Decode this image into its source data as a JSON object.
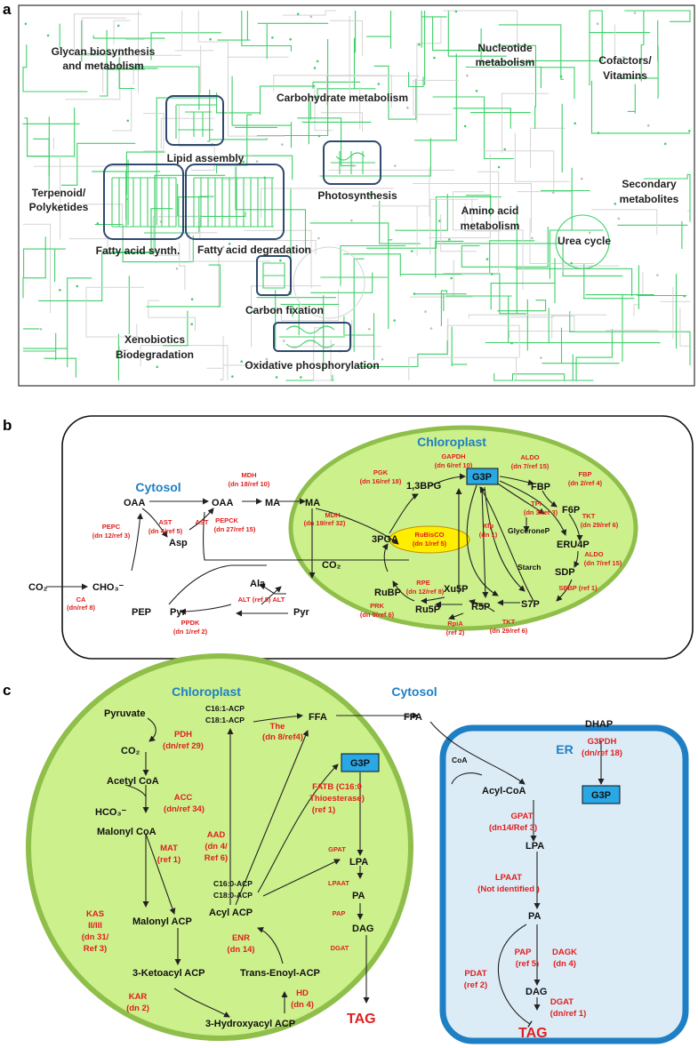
{
  "panel_a": {
    "letter": "a",
    "labels": {
      "glycan": [
        "Glycan biosynthesis",
        "and metabolism"
      ],
      "nucleotide": [
        "Nucleotide",
        "metabolism"
      ],
      "cofactors": [
        "Cofactors/",
        "Vitamins"
      ],
      "carbohydrate": "Carbohydrate metabolism",
      "lipid_assembly": "Lipid assembly",
      "photosynthesis": "Photosynthesis",
      "terpenoid": [
        "Terpenoid/",
        "Polyketides"
      ],
      "secondary": [
        "Secondary",
        "metabolites"
      ],
      "amino_acid": [
        "Amino acid",
        "metabolism"
      ],
      "urea": "Urea cycle",
      "fas": "Fatty acid synth.",
      "fad": "Fatty acid degradation",
      "carbon_fixation": "Carbon fixation",
      "xenobiotics": [
        "Xenobiotics",
        "Biodegradation"
      ],
      "oxphos": "Oxidative phosphorylation"
    }
  },
  "panel_b": {
    "letter": "b",
    "compartments": {
      "cytosol": "Cytosol",
      "chloroplast": "Chloroplast"
    },
    "metabolites": {
      "co2": "CO₂",
      "cho3": "CHO₃⁻",
      "oaa1": "OAA",
      "oaa2": "OAA",
      "asp": "Asp",
      "ma1": "MA",
      "ma2": "MA",
      "pep": "PEP",
      "pyr1": "Pyr",
      "ala": "Ala",
      "pyr2": "Pyr",
      "bpg": "1,3BPG",
      "g3p": "G3P",
      "fbp": "FBP",
      "f6p": "F6P",
      "pga": "3PGA",
      "co2b": "CO₂",
      "rubp": "RuBP",
      "xu5p": "Xu5P",
      "glyceroneP": "GlyceroneP",
      "eru4p": "ERU4P",
      "starch": "Starch",
      "sdp": "SDP",
      "ru5p": "Ru5P",
      "r5p": "R5P",
      "s7p": "S7P"
    },
    "enzymes": {
      "ca": [
        "CA",
        "(dn/ref  8)"
      ],
      "pepc": [
        "PEPC",
        "(dn 12/ref 3)"
      ],
      "ast1": [
        "AST",
        "(dn 4/ref 5)"
      ],
      "ast2": "AST",
      "mdh1": [
        "MDH",
        "(dn 18/ref 10)"
      ],
      "pepck": [
        "PEPCK",
        "(dn 27/ref 15)"
      ],
      "mdh2": [
        "MDH",
        "(dn 19/ref 32)"
      ],
      "ppdk": [
        "PPDK",
        "(dn 1/ref 2)"
      ],
      "alt": "ALT (ref 5) ALT",
      "gapdh": [
        "GAPDH",
        "(dn 6/ref 10)"
      ],
      "pgk": [
        "PGK",
        "(dn 16/ref 18)"
      ],
      "aldo1": [
        "ALDO",
        "(dn 7/ref 15)"
      ],
      "fbpase": [
        "FBP",
        "(dn 2/ref 4)"
      ],
      "tpi": [
        "TPI",
        "(dn 3/ref 3)"
      ],
      "tkt1": [
        "TKT",
        "(dn 29/ref 6)"
      ],
      "xfp": [
        "Xfp",
        "(dn 1)"
      ],
      "rubisco": [
        "RuBisCO",
        "(dn 1/ref 5)"
      ],
      "aldo2": [
        "ALDO",
        "(dn 7/ref 15)"
      ],
      "rpe": [
        "RPE",
        "(dn 12/ref 8)"
      ],
      "prk": [
        "PRK",
        "(dn 9/ref 6)"
      ],
      "sebp": "SEBP (ref 1)",
      "rpia": [
        "RpiA",
        "(ref 2)"
      ],
      "tkt2": [
        "TKT",
        "(dn 29/ref 6)"
      ]
    }
  },
  "panel_c": {
    "letter": "c",
    "compartments": {
      "chloroplast": "Chloroplast",
      "cytosol": "Cytosol",
      "er": "ER"
    },
    "metabolites": {
      "pyruvate": "Pyruvate",
      "co2": "CO₂",
      "acetyl_coa": "Acetyl CoA",
      "hco3": "HCO₃⁻",
      "malonyl_coa": "Malonyl CoA",
      "malonyl_acp": "Malonyl ACP",
      "ketoacyl": "3-Ketoacyl ACP",
      "hydroxyacyl": "3-Hydroxyacyl ACP",
      "c161": "C16:1-ACP",
      "c181": "C18:1-ACP",
      "ffa1": "FFA",
      "ffa2": "FFA",
      "g3p1": "G3P",
      "c160": "C16:0-ACP",
      "c180": "C18:0-ACP",
      "acyl_acp": "Acyl ACP",
      "lpa1": "LPA",
      "pa1": "PA",
      "dag1": "DAG",
      "trans_enoyl": "Trans-Enoyl-ACP",
      "tag1": "TAG",
      "dhap": "DHAP",
      "coa": "CoA",
      "acyl_coa": "Acyl-CoA",
      "g3p2": "G3P",
      "lpa2": "LPA",
      "pa2": "PA",
      "dag2": "DAG",
      "tag2": "TAG"
    },
    "enzymes": {
      "pdh": [
        "PDH",
        "(dn/ref 29)"
      ],
      "acc": [
        "ACC",
        "(dn/ref 34)"
      ],
      "mat": [
        "MAT",
        "(ref 1)"
      ],
      "kas": [
        "KAS",
        "II/III",
        "(dn 31/",
        "Ref 3)"
      ],
      "kar": [
        "KAR",
        "(dn 2)"
      ],
      "aad": [
        "AAD",
        "(dn 4/",
        "Ref 6)"
      ],
      "the": [
        "The",
        "(dn 8/ref4)"
      ],
      "fatb": [
        "FATB (C16:0",
        "Thioesterase)",
        "(ref 1)"
      ],
      "gpat1": "GPAT",
      "lpaat1": "LPAAT",
      "pap1": "PAP",
      "dgat1": "DGAT",
      "enr": [
        "ENR",
        "(dn 14)"
      ],
      "hd": [
        "HD",
        "(dn 4)"
      ],
      "g3pdh": [
        "G3PDH",
        "(dn/ref 18)"
      ],
      "gpat2": [
        "GPAT",
        "(dn14/Ref 3)"
      ],
      "lpaat2": [
        "LPAAT",
        "(Not identified )"
      ],
      "pap2": [
        "PAP",
        "(ref 5)"
      ],
      "dagk": [
        "DAGK",
        "(dn 4)"
      ],
      "pdat": [
        "PDAT",
        "(ref 2)"
      ],
      "dgat2": [
        "DGAT",
        "(dn/ref 1)"
      ]
    }
  },
  "colors": {
    "chloroplast_fill": "#ccf08c",
    "chloroplast_stroke": "#8fbf4a",
    "er_fill": "#dcecf6",
    "er_stroke": "#1f7fc4",
    "g3p_fill": "#2aa8e6",
    "rubisco_fill": "#ffee00",
    "enzyme": "#e02020",
    "compartment_label": "#1f7fc4",
    "map_line": "#3fcf68"
  }
}
